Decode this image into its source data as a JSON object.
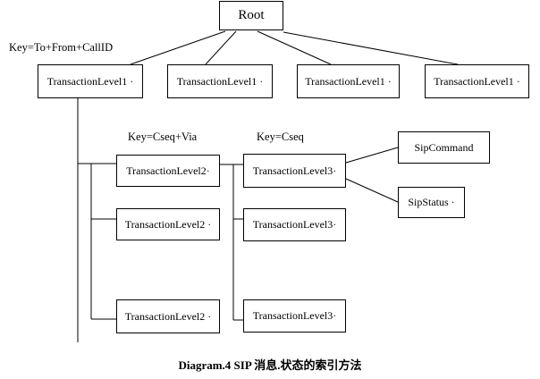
{
  "diagram": {
    "title_caption": "Diagram.4 SIP 消息.状态的索引方法",
    "root": {
      "label": "Root"
    },
    "annotations": {
      "key_level1": "Key=To+From+CallID",
      "key_level2": "Key=Cseq+Via",
      "key_level3": "Key=Cseq"
    },
    "level1": [
      {
        "label": "TransactionLevel1 ·"
      },
      {
        "label": "TransactionLevel1 ·"
      },
      {
        "label": "TransactionLevel1 ·"
      },
      {
        "label": "TransactionLevel1 ·"
      }
    ],
    "level2": [
      {
        "label": "TransactionLevel2·"
      },
      {
        "label": "TransactionLevel2 ·"
      },
      {
        "label": "TransactionLevel2 ·"
      }
    ],
    "level3": [
      {
        "label": "TransactionLevel3·"
      },
      {
        "label": "TransactionLevel3·"
      },
      {
        "label": "TransactionLevel3·"
      }
    ],
    "leaves": [
      {
        "label": "SipCommand"
      },
      {
        "label": "SipStatus ·"
      }
    ]
  }
}
